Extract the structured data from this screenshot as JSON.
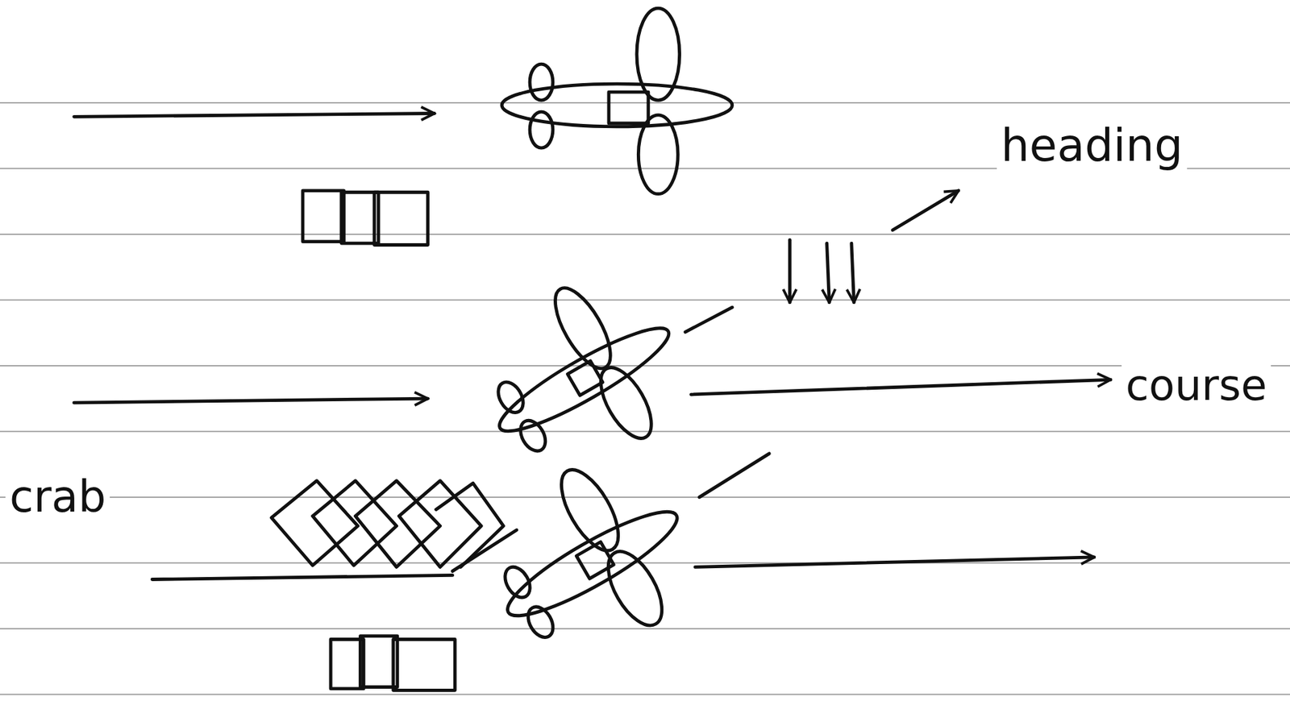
{
  "diagram": {
    "labels": [
      "heading",
      "course",
      "crab"
    ]
  }
}
